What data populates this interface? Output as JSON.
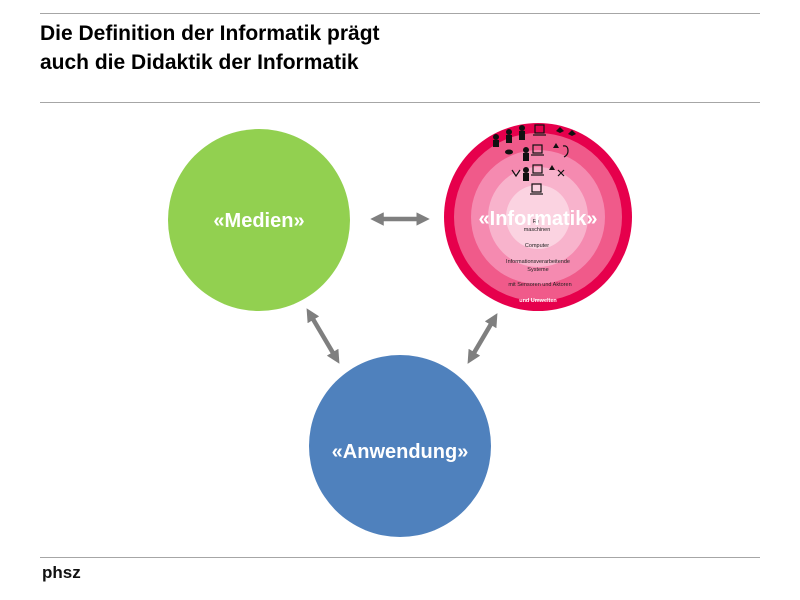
{
  "header": {
    "title_line1": "Die Definition der Informatik prägt",
    "title_line2": "auch die Didaktik der Informatik"
  },
  "footer": {
    "logo": "phsz"
  },
  "diagram": {
    "medien": {
      "label": "«Medien»",
      "color": "#92d050"
    },
    "informatik": {
      "label": "«Informatik»",
      "colors": [
        "#e6004c",
        "#f05a8a",
        "#f58ab0",
        "#f8b3cc",
        "#fbd3e1"
      ],
      "rings": {
        "core": "maschinen",
        "core_partial": "Re",
        "computer": "Computer",
        "systems_line1": "Informationsverarbeitende",
        "systems_line2": "Systeme",
        "sensors": "mit Sensoren und Aktoren",
        "environments": "und Umwelten"
      }
    },
    "anwendung": {
      "label": "«Anwendung»",
      "color": "#4f81bd"
    },
    "arrow_color": "#7f7f7f"
  }
}
